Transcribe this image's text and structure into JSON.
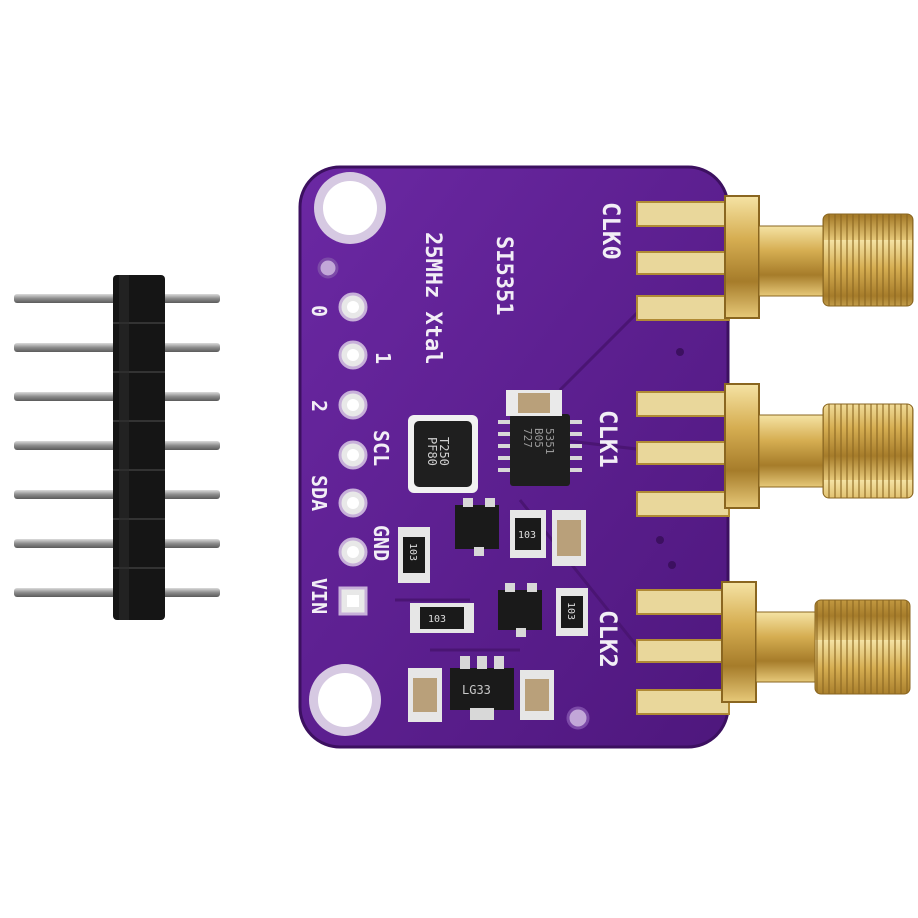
{
  "colors": {
    "pcb": "#5a1e8c",
    "pcb_edge": "#44156b",
    "gold": "#d9b45a",
    "header_plastic": "#111111",
    "pin_metal": "#9a9a9a",
    "background": "#ffffff"
  },
  "board": {
    "chip_name": "SI5351",
    "crystal_label": "25MHz Xtal",
    "outputs": [
      "CLK0",
      "CLK1",
      "CLK2"
    ],
    "pin_labels": [
      "0",
      "1",
      "2",
      "SCL",
      "SDA",
      "GND",
      "VIN"
    ],
    "chip_markings": [
      "T250",
      "PF80"
    ],
    "ic_markings": [
      "5351",
      "B05",
      "727"
    ],
    "resistor_code": "103",
    "regulator_marking": "LG33"
  },
  "header": {
    "pin_count": 7
  }
}
